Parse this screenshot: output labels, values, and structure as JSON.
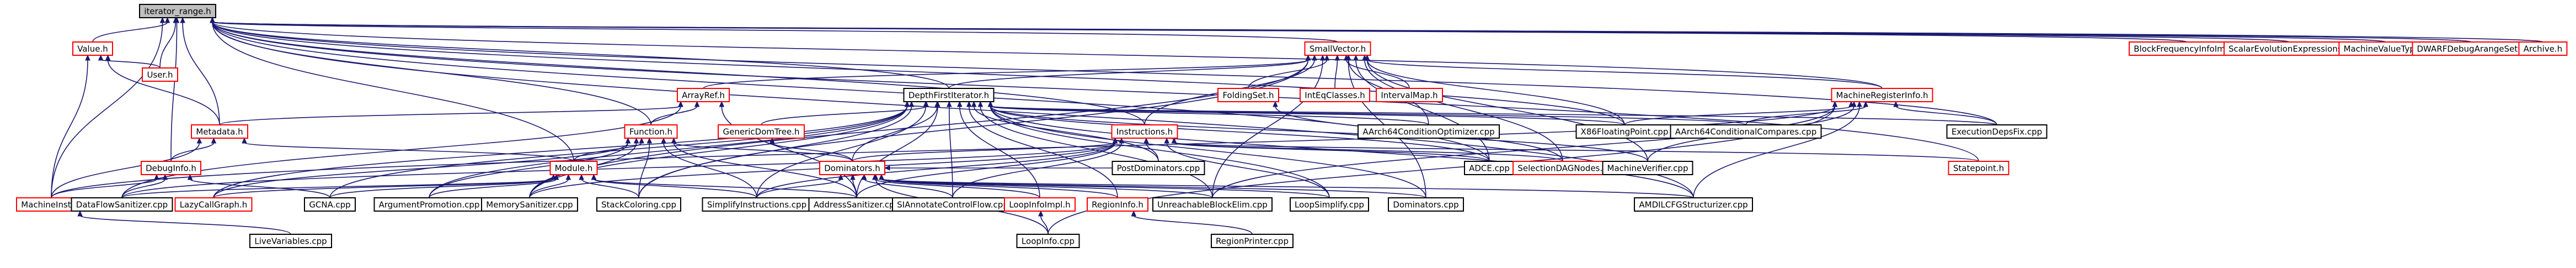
{
  "graph": {
    "type": "include-dependency-graph",
    "root": "iterator_range.h",
    "nodes": [
      {
        "id": "n0",
        "label": "iterator_range.h",
        "style": "root"
      },
      {
        "id": "n1",
        "label": "Value.h",
        "style": "red"
      },
      {
        "id": "n2",
        "label": "SmallVector.h",
        "style": "red"
      },
      {
        "id": "n3",
        "label": "BlockFrequencyInfoImpl.h",
        "style": "red"
      },
      {
        "id": "n4",
        "label": "ScalarEvolutionExpressions.h",
        "style": "red"
      },
      {
        "id": "n5",
        "label": "MachineValueType.h",
        "style": "red"
      },
      {
        "id": "n6",
        "label": "DWARFDebugArangeSet.h",
        "style": "red"
      },
      {
        "id": "n7",
        "label": "Archive.h",
        "style": "red"
      },
      {
        "id": "n8",
        "label": "User.h",
        "style": "red"
      },
      {
        "id": "n9",
        "label": "DepthFirstIterator.h",
        "style": "normal"
      },
      {
        "id": "n10",
        "label": "ArrayRef.h",
        "style": "red"
      },
      {
        "id": "n11",
        "label": "FoldingSet.h",
        "style": "red"
      },
      {
        "id": "n12",
        "label": "IntEqClasses.h",
        "style": "red"
      },
      {
        "id": "n13",
        "label": "IntervalMap.h",
        "style": "red"
      },
      {
        "id": "n14",
        "label": "MachineRegisterInfo.h",
        "style": "red"
      },
      {
        "id": "n15",
        "label": "Metadata.h",
        "style": "red"
      },
      {
        "id": "n16",
        "label": "Function.h",
        "style": "red"
      },
      {
        "id": "n17",
        "label": "GenericDomTree.h",
        "style": "red"
      },
      {
        "id": "n18",
        "label": "Instructions.h",
        "style": "red"
      },
      {
        "id": "n19",
        "label": "AArch64ConditionOptimizer.cpp",
        "style": "normal"
      },
      {
        "id": "n20",
        "label": "X86FloatingPoint.cpp",
        "style": "normal"
      },
      {
        "id": "n21",
        "label": "AArch64ConditionalCompares.cpp",
        "style": "normal"
      },
      {
        "id": "n22",
        "label": "ExecutionDepsFix.cpp",
        "style": "normal"
      },
      {
        "id": "n23",
        "label": "DebugInfo.h",
        "style": "red"
      },
      {
        "id": "n24",
        "label": "Module.h",
        "style": "red"
      },
      {
        "id": "n25",
        "label": "Dominators.h",
        "style": "red"
      },
      {
        "id": "n26",
        "label": "PostDominators.cpp",
        "style": "normal"
      },
      {
        "id": "n27",
        "label": "ADCE.cpp",
        "style": "normal"
      },
      {
        "id": "n28",
        "label": "SelectionDAGNodes.h",
        "style": "red"
      },
      {
        "id": "n29",
        "label": "MachineVerifier.cpp",
        "style": "normal"
      },
      {
        "id": "n30",
        "label": "Statepoint.h",
        "style": "red"
      },
      {
        "id": "n31",
        "label": "MachineInstr.h",
        "style": "red"
      },
      {
        "id": "n32",
        "label": "DataFlowSanitizer.cpp",
        "style": "normal"
      },
      {
        "id": "n33",
        "label": "LazyCallGraph.h",
        "style": "red"
      },
      {
        "id": "n34",
        "label": "GCNA.cpp",
        "style": "normal"
      },
      {
        "id": "n35",
        "label": "ArgumentPromotion.cpp",
        "style": "normal"
      },
      {
        "id": "n36",
        "label": "MemorySanitizer.cpp",
        "style": "normal"
      },
      {
        "id": "n37",
        "label": "StackColoring.cpp",
        "style": "normal"
      },
      {
        "id": "n38",
        "label": "SimplifyInstructions.cpp",
        "style": "normal"
      },
      {
        "id": "n39",
        "label": "AddressSanitizer.cpp",
        "style": "normal"
      },
      {
        "id": "n40",
        "label": "SIAnnotateControlFlow.cpp",
        "style": "normal"
      },
      {
        "id": "n41",
        "label": "LoopInfoImpl.h",
        "style": "red"
      },
      {
        "id": "n42",
        "label": "RegionInfo.h",
        "style": "red"
      },
      {
        "id": "n43",
        "label": "UnreachableBlockElim.cpp",
        "style": "normal"
      },
      {
        "id": "n44",
        "label": "LoopSimplify.cpp",
        "style": "normal"
      },
      {
        "id": "n45",
        "label": "Dominators.cpp",
        "style": "normal"
      },
      {
        "id": "n46",
        "label": "AMDILCFGStructurizer.cpp",
        "style": "normal"
      },
      {
        "id": "n47",
        "label": "LiveVariables.cpp",
        "style": "normal"
      },
      {
        "id": "n48",
        "label": "LoopInfo.cpp",
        "style": "normal"
      },
      {
        "id": "n49",
        "label": "RegionPrinter.cpp",
        "style": "normal"
      }
    ],
    "edges": [
      [
        "n1",
        "n0"
      ],
      [
        "n2",
        "n0"
      ],
      [
        "n3",
        "n0"
      ],
      [
        "n4",
        "n0"
      ],
      [
        "n5",
        "n0"
      ],
      [
        "n6",
        "n0"
      ],
      [
        "n7",
        "n0"
      ],
      [
        "n8",
        "n0"
      ],
      [
        "n9",
        "n0"
      ],
      [
        "n15",
        "n0"
      ],
      [
        "n16",
        "n0"
      ],
      [
        "n18",
        "n0"
      ],
      [
        "n23",
        "n0"
      ],
      [
        "n24",
        "n0"
      ],
      [
        "n30",
        "n0"
      ],
      [
        "n31",
        "n0"
      ],
      [
        "n14",
        "n0"
      ],
      [
        "n22",
        "n0"
      ],
      [
        "n46",
        "n0"
      ],
      [
        "n27",
        "n0"
      ],
      [
        "n20",
        "n0"
      ],
      [
        "n8",
        "n1"
      ],
      [
        "n15",
        "n1"
      ],
      [
        "n31",
        "n1"
      ],
      [
        "n10",
        "n2"
      ],
      [
        "n11",
        "n2"
      ],
      [
        "n12",
        "n2"
      ],
      [
        "n13",
        "n2"
      ],
      [
        "n14",
        "n2"
      ],
      [
        "n9",
        "n2"
      ],
      [
        "n18",
        "n2"
      ],
      [
        "n19",
        "n2"
      ],
      [
        "n20",
        "n2"
      ],
      [
        "n29",
        "n2"
      ],
      [
        "n36",
        "n2"
      ],
      [
        "n37",
        "n2"
      ],
      [
        "n43",
        "n2"
      ],
      [
        "n45",
        "n2"
      ],
      [
        "n27",
        "n2"
      ],
      [
        "n28",
        "n2"
      ],
      [
        "n16",
        "n10"
      ],
      [
        "n15",
        "n10"
      ],
      [
        "n32",
        "n10"
      ],
      [
        "n39",
        "n10"
      ],
      [
        "n17",
        "n9"
      ],
      [
        "n19",
        "n9"
      ],
      [
        "n20",
        "n9"
      ],
      [
        "n21",
        "n9"
      ],
      [
        "n22",
        "n9"
      ],
      [
        "n25",
        "n9"
      ],
      [
        "n26",
        "n9"
      ],
      [
        "n27",
        "n9"
      ],
      [
        "n29",
        "n9"
      ],
      [
        "n33",
        "n9"
      ],
      [
        "n36",
        "n9"
      ],
      [
        "n37",
        "n9"
      ],
      [
        "n38",
        "n9"
      ],
      [
        "n39",
        "n9"
      ],
      [
        "n40",
        "n9"
      ],
      [
        "n41",
        "n9"
      ],
      [
        "n42",
        "n9"
      ],
      [
        "n43",
        "n9"
      ],
      [
        "n44",
        "n9"
      ],
      [
        "n45",
        "n9"
      ],
      [
        "n46",
        "n9"
      ],
      [
        "n34",
        "n9"
      ],
      [
        "n35",
        "n9"
      ],
      [
        "n28",
        "n11"
      ],
      [
        "n20",
        "n14"
      ],
      [
        "n21",
        "n14"
      ],
      [
        "n22",
        "n14"
      ],
      [
        "n29",
        "n14"
      ],
      [
        "n31",
        "n14"
      ],
      [
        "n43",
        "n14"
      ],
      [
        "n46",
        "n14"
      ],
      [
        "n48",
        "n14"
      ],
      [
        "n23",
        "n15"
      ],
      [
        "n24",
        "n15"
      ],
      [
        "n31",
        "n15"
      ],
      [
        "n24",
        "n16"
      ],
      [
        "n25",
        "n16"
      ],
      [
        "n33",
        "n16"
      ],
      [
        "n35",
        "n16"
      ],
      [
        "n36",
        "n16"
      ],
      [
        "n37",
        "n16"
      ],
      [
        "n38",
        "n16"
      ],
      [
        "n39",
        "n16"
      ],
      [
        "n25",
        "n17"
      ],
      [
        "n25",
        "n18"
      ],
      [
        "n26",
        "n18"
      ],
      [
        "n27",
        "n18"
      ],
      [
        "n28",
        "n18"
      ],
      [
        "n30",
        "n18"
      ],
      [
        "n32",
        "n18"
      ],
      [
        "n36",
        "n18"
      ],
      [
        "n38",
        "n18"
      ],
      [
        "n39",
        "n18"
      ],
      [
        "n40",
        "n18"
      ],
      [
        "n44",
        "n18"
      ],
      [
        "n31",
        "n23"
      ],
      [
        "n32",
        "n23"
      ],
      [
        "n34",
        "n23"
      ],
      [
        "n32",
        "n24"
      ],
      [
        "n33",
        "n24"
      ],
      [
        "n34",
        "n24"
      ],
      [
        "n35",
        "n24"
      ],
      [
        "n36",
        "n24"
      ],
      [
        "n37",
        "n24"
      ],
      [
        "n38",
        "n24"
      ],
      [
        "n39",
        "n24"
      ],
      [
        "n26",
        "n25"
      ],
      [
        "n38",
        "n25"
      ],
      [
        "n39",
        "n25"
      ],
      [
        "n40",
        "n25"
      ],
      [
        "n41",
        "n25"
      ],
      [
        "n42",
        "n25"
      ],
      [
        "n43",
        "n25"
      ],
      [
        "n44",
        "n25"
      ],
      [
        "n45",
        "n25"
      ],
      [
        "n46",
        "n25"
      ],
      [
        "n48",
        "n25"
      ],
      [
        "n47",
        "n31"
      ],
      [
        "n48",
        "n41"
      ],
      [
        "n49",
        "n42"
      ]
    ]
  }
}
